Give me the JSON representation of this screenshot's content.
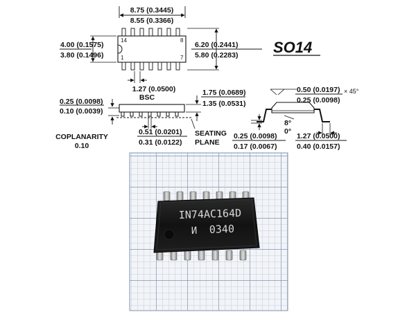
{
  "package": {
    "title": "SO14"
  },
  "top_view": {
    "length_max": "8.75 (0.3445)",
    "length_min": "8.55 (0.3366)",
    "width_body_max": "4.00 (0.1575)",
    "width_body_min": "3.80 (0.1496)",
    "width_total_max": "6.20 (0.2441)",
    "width_total_min": "5.80 (0.2283)",
    "pitch": "1.27 (0.0500)",
    "pitch_note": "BSC",
    "pin_labels": [
      "14",
      "8",
      "1",
      "7"
    ]
  },
  "side_view": {
    "standoff_max": "0.25 (0.0098)",
    "standoff_min": "0.10 (0.0039)",
    "height_max": "1.75 (0.0689)",
    "height_min": "1.35 (0.0531)",
    "lead_width_max": "0.51 (0.0201)",
    "lead_width_min": "0.31 (0.0122)",
    "coplanarity_label": "COPLANARITY",
    "coplanarity_value": "0.10",
    "seating_label_1": "SEATING",
    "seating_label_2": "PLANE"
  },
  "end_view": {
    "chamfer_max": "0.50 (0.0197)",
    "chamfer_min": "0.25 (0.0098)",
    "chamfer_angle": "× 45°",
    "angle_max": "8°",
    "angle_min": "0°",
    "lead_thickness_max": "0.25 (0.0098)",
    "lead_thickness_min": "0.17 (0.0067)",
    "foot_length_max": "1.27 (0.0500)",
    "foot_length_min": "0.40 (0.0157)"
  },
  "photo": {
    "marking_line1": "IN74AC164D",
    "marking_logo": "И",
    "marking_line2": "0340",
    "colors": {
      "paper": "#f2f4f7",
      "grid_minor": "#b7c3d6",
      "grid_major": "#7f93b3",
      "chip_body": "#151515",
      "lead": "#b9b9b9"
    }
  }
}
